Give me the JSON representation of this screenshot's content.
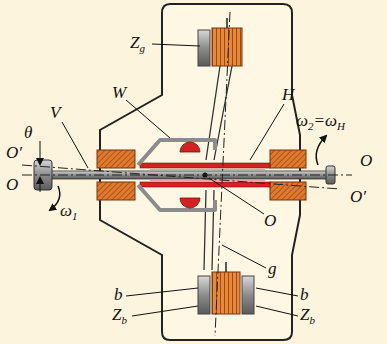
{
  "diagram": {
    "labels": [
      "Zg",
      "V",
      "W",
      "H",
      "θ",
      "O′",
      "O",
      "ω1",
      "ω2=ωH",
      "O",
      "O′",
      "O",
      "g",
      "b",
      "b",
      "Zb",
      "Zb"
    ]
  }
}
